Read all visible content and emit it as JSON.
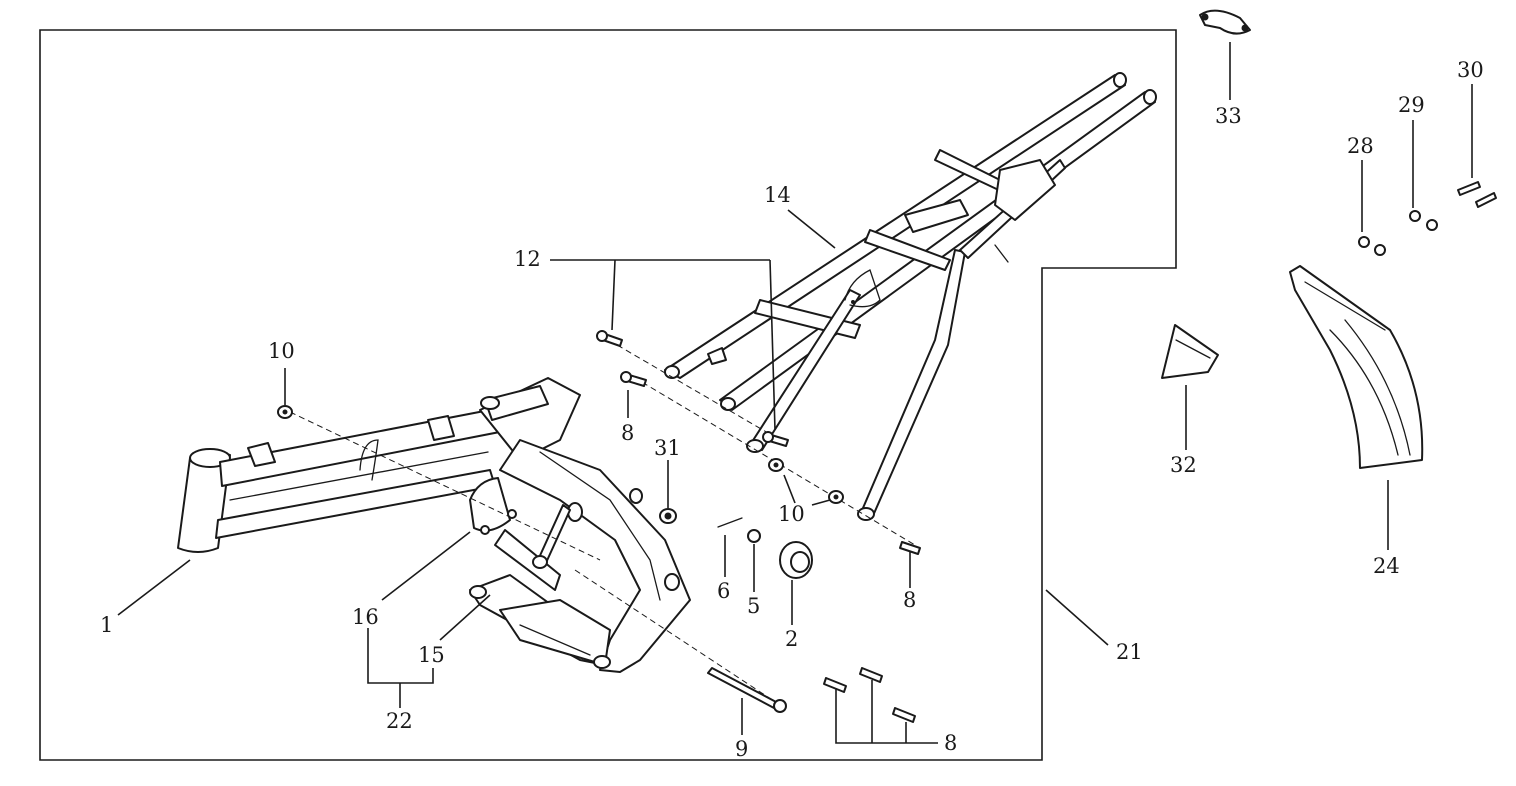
{
  "labels": {
    "l1": "1",
    "l2": "2",
    "l5": "5",
    "l6": "6",
    "l8a": "8",
    "l8b": "8",
    "l8c": "8",
    "l9": "9",
    "l10a": "10",
    "l10b": "10",
    "l12": "12",
    "l14": "14",
    "l15": "15",
    "l16": "16",
    "l21": "21",
    "l22": "22",
    "l24": "24",
    "l28": "28",
    "l29": "29",
    "l30": "30",
    "l31": "31",
    "l32": "32",
    "l33": "33"
  }
}
